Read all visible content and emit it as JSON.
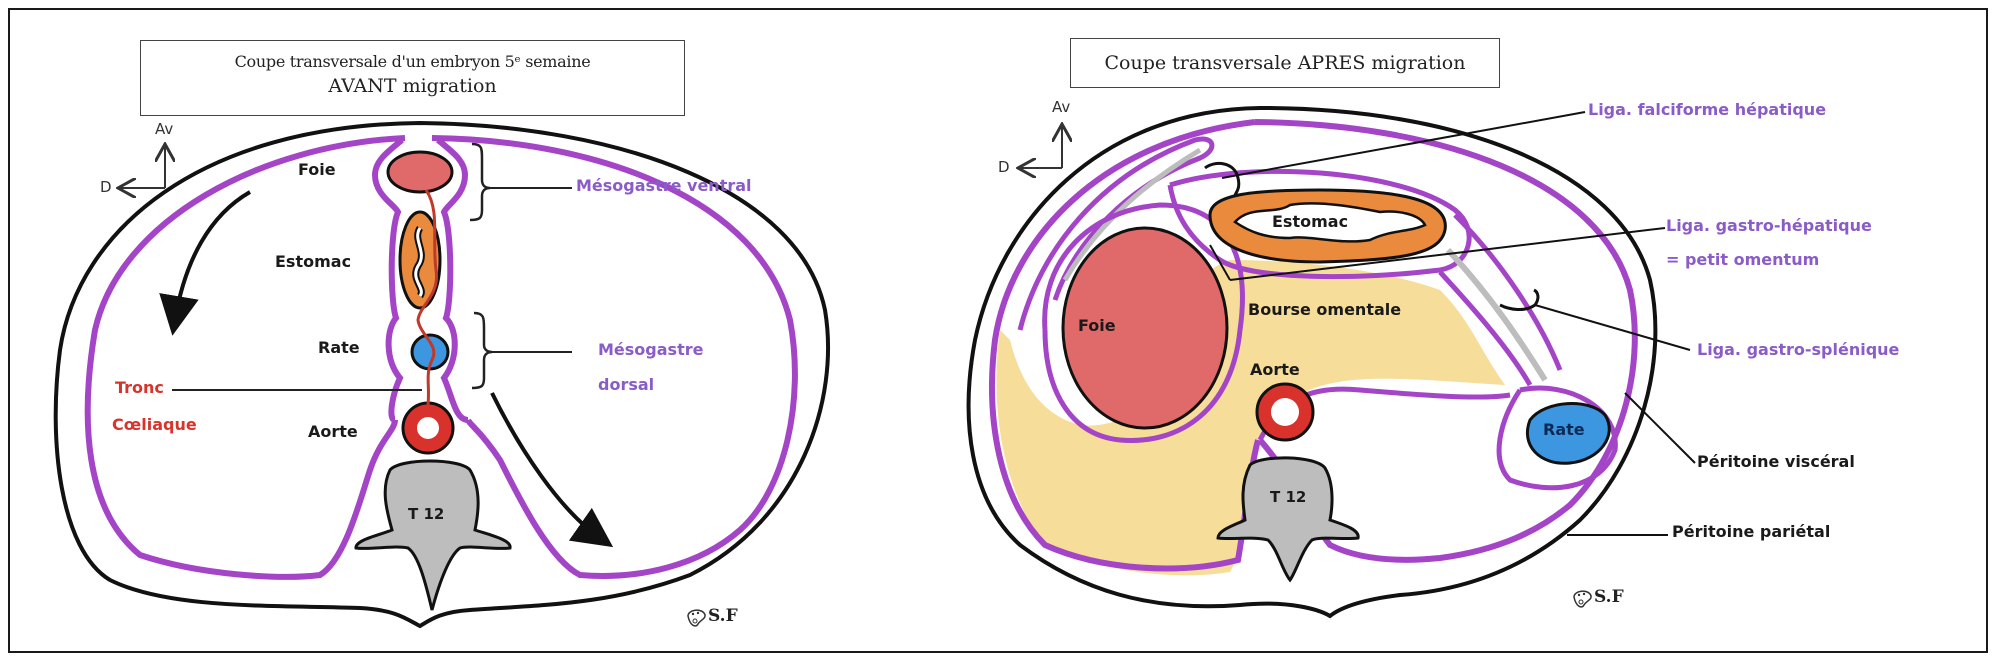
{
  "panels": [
    {
      "id": "avant",
      "title_line1": "Coupe transversale d'un embryon 5ᵉ semaine",
      "title_line2": "AVANT migration",
      "orientation": {
        "anterior": "Av",
        "right": "D"
      },
      "organs": {
        "liver": "Foie",
        "stomach": "Estomac",
        "spleen": "Rate",
        "aorta": "Aorte",
        "vertebra": "T 12"
      },
      "annotations": {
        "ventral_mesogastrium": "Mésogastre ventral",
        "dorsal_mesogastrium_line1": "Mésogastre",
        "dorsal_mesogastrium_line2": "dorsal",
        "celiac_trunk_line1": "Tronc",
        "celiac_trunk_line2": "Cœliaque"
      },
      "signature": "S.F"
    },
    {
      "id": "apres",
      "title": "Coupe transversale APRES migration",
      "orientation": {
        "anterior": "Av",
        "right": "D"
      },
      "organs": {
        "liver": "Foie",
        "stomach": "Estomac",
        "lesser_sac": "Bourse omentale",
        "spleen": "Rate",
        "aorta": "Aorte",
        "vertebra": "T 12"
      },
      "annotations": {
        "falciform": "Liga. falciforme hépatique",
        "gastrohepatic_line1": "Liga. gastro-hépatique",
        "gastrohepatic_line2": "= petit omentum",
        "gastrosplenic": "Liga. gastro-splénique",
        "visceral_peritoneum": "Péritoine viscéral",
        "parietal_peritoneum": "Péritoine pariétal"
      },
      "signature": "S.F"
    }
  ],
  "colors": {
    "peritoneum": "#a445c7",
    "liver": "#e06a6a",
    "stomach": "#ea8a3c",
    "spleen": "#3d97e0",
    "aorta": "#d9312b",
    "vertebra": "#bdbdbd",
    "lesser_sac": "#f7dd9a",
    "label_purple": "#8a5cc7",
    "label_red": "#d8342c"
  }
}
